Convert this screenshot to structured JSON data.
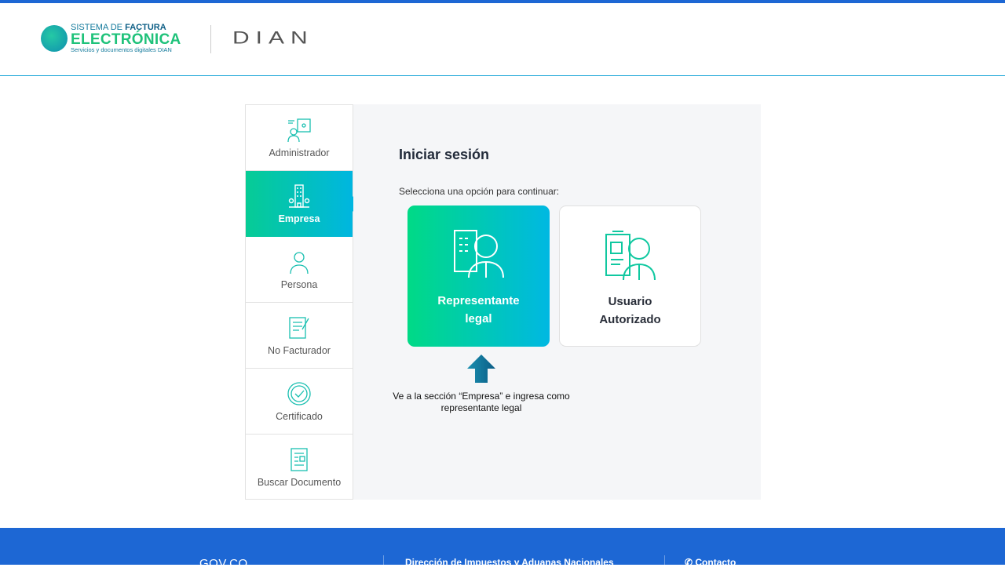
{
  "header": {
    "logo_line1_light": "SISTEMA DE",
    "logo_line1_bold": "FACTURA",
    "logo_line2": "ELECTRÓNICA",
    "logo_line3": "Servicios y documentos digitales DIAN",
    "dian_logo": "DIAN"
  },
  "sidebar": {
    "items": [
      {
        "label": "Administrador",
        "icon": "admin-network-icon"
      },
      {
        "label": "Empresa",
        "icon": "building-icon",
        "active": true
      },
      {
        "label": "Persona",
        "icon": "person-icon"
      },
      {
        "label": "No Facturador",
        "icon": "document-pen-icon"
      },
      {
        "label": "Certificado",
        "icon": "certificate-badge-icon"
      },
      {
        "label": "Buscar Documento",
        "icon": "search-document-icon"
      }
    ]
  },
  "main": {
    "title": "Iniciar sesión",
    "subtitle": "Selecciona una opción para continuar:",
    "cards": [
      {
        "line1": "Representante",
        "line2": "legal"
      },
      {
        "line1": "Usuario",
        "line2": "Autorizado"
      }
    ],
    "caption": "Ve a la sección “Empresa” e ingresa como representante legal"
  },
  "footer": {
    "gov": "GOV.CO",
    "entity": "Dirección de Impuestos y Aduanas Nacionales",
    "contact": "Contacto"
  },
  "colors": {
    "accent": "#00c2a8",
    "footer": "#1d67d4",
    "gradient_start": "#00da86",
    "gradient_end": "#00b8e2"
  }
}
